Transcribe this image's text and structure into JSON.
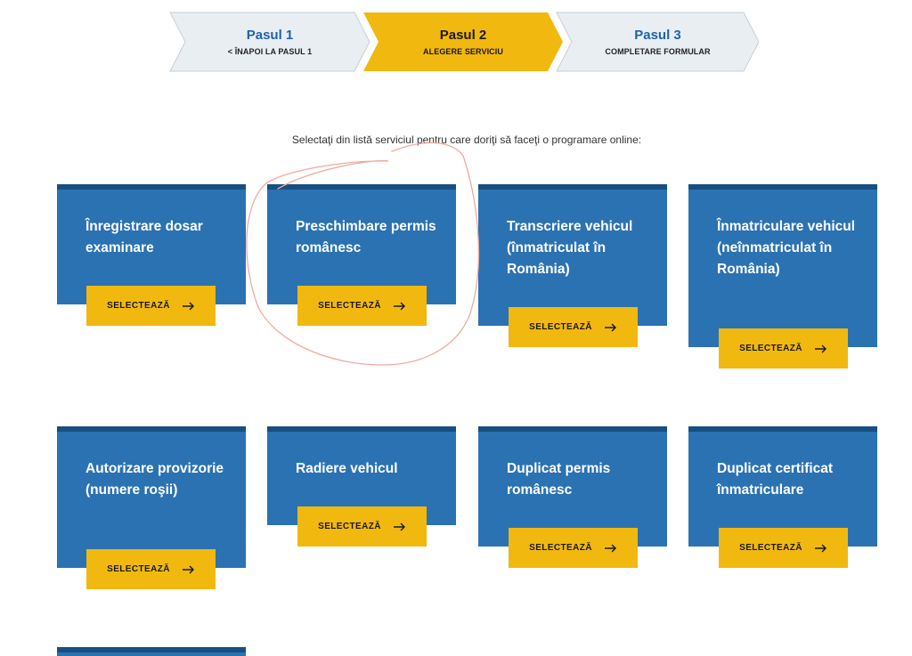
{
  "steps": [
    {
      "title": "Pasul 1",
      "subtitle": "< ÎNAPOI LA PASUL 1",
      "state": "inactive"
    },
    {
      "title": "Pasul 2",
      "subtitle": "ALEGERE SERVICIU",
      "state": "active"
    },
    {
      "title": "Pasul 3",
      "subtitle": "COMPLETARE FORMULAR",
      "state": "inactive"
    }
  ],
  "instruction": "Selectaţi din listă serviciul pentru care doriţi să faceţi o programare online:",
  "services": [
    {
      "label": "Înregistrare dosar examinare"
    },
    {
      "label": "Preschimbare permis românesc"
    },
    {
      "label": "Transcriere vehicul (înmatriculat în România)"
    },
    {
      "label": "Înmatriculare vehicul (neînmatriculat în România)"
    },
    {
      "label": "Autorizare provizorie (numere roşii)"
    },
    {
      "label": "Radiere vehicul"
    },
    {
      "label": "Duplicat permis românesc"
    },
    {
      "label": "Duplicat certificat înmatriculare"
    },
    {
      "label": ""
    }
  ],
  "select_label": "SELECTEAZĂ",
  "colors": {
    "step_inactive": "#e9eef3",
    "step_active": "#f1b80f",
    "card_blue": "#2b72b2",
    "card_border": "#174f82",
    "button_yellow": "#f1b80f",
    "annotation": "#f0a9a0"
  }
}
